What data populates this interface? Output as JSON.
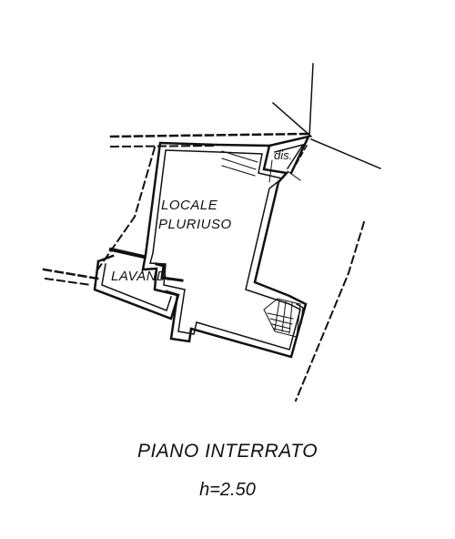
{
  "plan": {
    "rooms": {
      "main_line1": "LOCALE",
      "main_line2": "PLURIUSO",
      "laundry": "LAVAND.",
      "closet": "dis."
    },
    "floor_title": "PIANO INTERRATO",
    "ceiling_height": "h=2.50"
  },
  "colors": {
    "ink": "#111111",
    "background": "#ffffff"
  }
}
